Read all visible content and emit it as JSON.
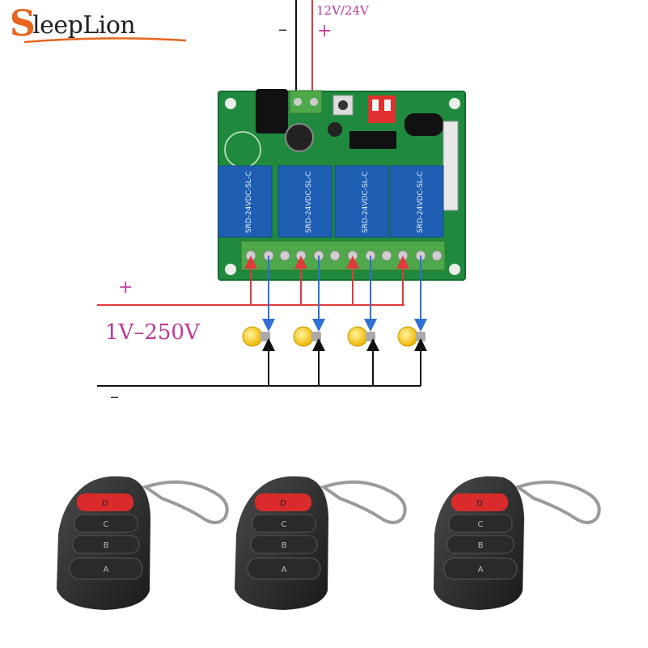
{
  "brand": {
    "initial": "S",
    "name": "leepLion"
  },
  "labels": {
    "supply_voltage": "12V/24V",
    "supply_plus": "+",
    "supply_minus": "–",
    "load_plus": "+",
    "load_range": "1V–250V",
    "load_minus": "–"
  },
  "board": {
    "relays": [
      {
        "marking": "SRD-24VDC-SL-C"
      },
      {
        "marking": "SRD-24VDC-SL-C"
      },
      {
        "marking": "SRD-24VDC-SL-C"
      },
      {
        "marking": "SRD-24VDC-SL-C"
      }
    ]
  },
  "remotes": [
    {
      "buttons": [
        "D",
        "C",
        "B",
        "A"
      ]
    },
    {
      "buttons": [
        "D",
        "C",
        "B",
        "A"
      ]
    },
    {
      "buttons": [
        "D",
        "C",
        "B",
        "A"
      ]
    }
  ],
  "colors": {
    "pcb": "#1f8a3e",
    "relay": "#1f5fb3",
    "terminal": "#4fa84a",
    "positive_wire": "#e23a3a",
    "load_wire": "#2f6fd6",
    "neutral_wire": "#111111",
    "bulb": "#f0c020",
    "accent_text": "#c0389a"
  }
}
